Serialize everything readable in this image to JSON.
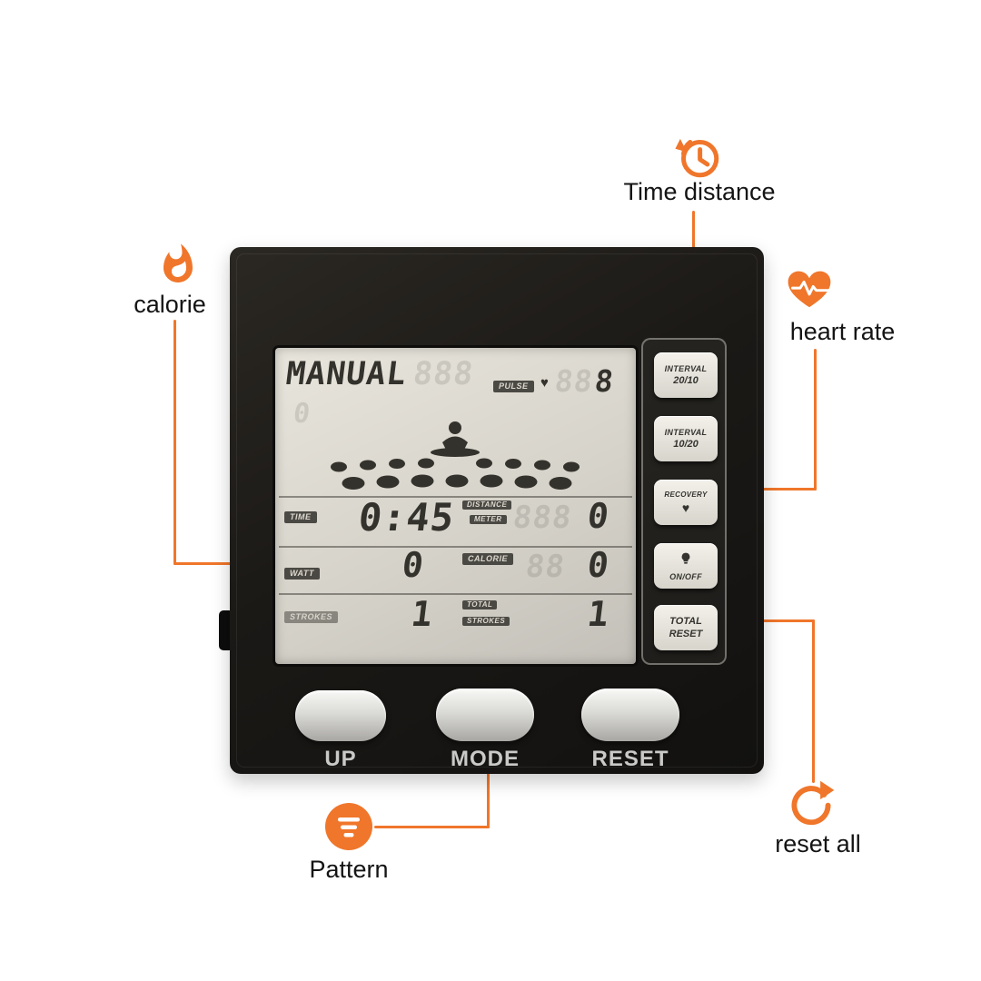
{
  "colors": {
    "accent": "#f0762b",
    "device_body": "#1d1b18",
    "lcd_background": "#d8d5cc",
    "lcd_segment": "#34322c",
    "button_face": "#e9e7e0"
  },
  "callouts": {
    "time_distance": {
      "label": "Time distance",
      "icon": "clock-refresh-icon"
    },
    "calorie": {
      "label": "calorie",
      "icon": "flame-icon"
    },
    "heart_rate": {
      "label": "heart rate",
      "icon": "heart-pulse-icon"
    },
    "reset_all": {
      "label": "reset all",
      "icon": "reset-circular-arrow-icon"
    },
    "pattern": {
      "label": "Pattern",
      "icon": "pattern-list-icon"
    }
  },
  "lcd": {
    "program": "MANUAL",
    "program_ghost": "888",
    "left_ghost": "0",
    "pulse": {
      "label": "PULSE",
      "heart": "♥",
      "ghost": "88",
      "value": "8"
    },
    "rows": {
      "time": {
        "label": "TIME",
        "value": "0:45"
      },
      "distance": {
        "label": "DISTANCE",
        "sublabel": "METER",
        "ghost": "888",
        "value": "0"
      },
      "watt": {
        "label": "WATT",
        "value": "0"
      },
      "calorie": {
        "label": "CALORIE",
        "ghost": "88",
        "value": "0"
      },
      "strokes": {
        "label": "STROKES",
        "value": "1"
      },
      "total": {
        "label": "TOTAL",
        "sublabel": "STROKES",
        "value": "1"
      }
    }
  },
  "side_buttons": [
    {
      "line1": "INTERVAL",
      "line2": "20/10"
    },
    {
      "line1": "INTERVAL",
      "line2": "10/20"
    },
    {
      "line1": "RECOVERY",
      "line2": "♥"
    },
    {
      "line1": "ON/OFF",
      "line2": "ON/OFF"
    },
    {
      "line1": "TOTAL",
      "line2": "RESET"
    }
  ],
  "bottom_buttons": {
    "up": "UP",
    "mode": "MODE",
    "reset": "RESET"
  }
}
